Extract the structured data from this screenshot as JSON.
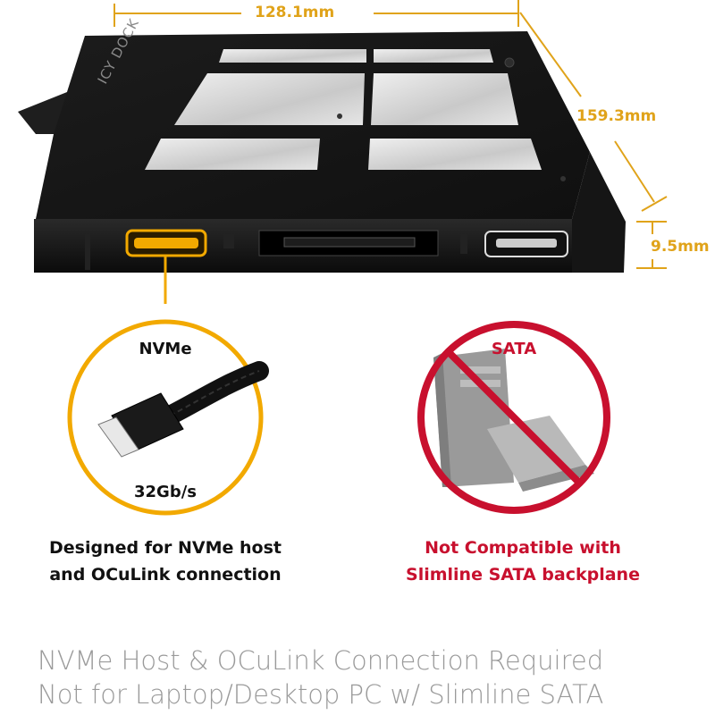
{
  "dimensions": {
    "width": "128.1mm",
    "length": "159.3mm",
    "height": "9.5mm"
  },
  "device": {
    "brand_mark": "ICY DOCK"
  },
  "features": {
    "nvme": {
      "title": "NVMe",
      "speed": "32Gb/s",
      "caption_line1": "Designed for NVMe host",
      "caption_line2": "and OCuLink connection",
      "accent_color": "#f2a900"
    },
    "sata": {
      "title": "SATA",
      "caption_line1": "Not Compatible with",
      "caption_line2": "Slimline SATA backplane",
      "accent_color": "#c8102e"
    }
  },
  "footer": {
    "line1": "NVMe Host & OCuLink Connection Required",
    "line2": "Not for Laptop/Desktop PC w/ Slimline SATA"
  },
  "colors": {
    "dimension": "#e0a31a",
    "tray": "#1a1a1a",
    "window": "#d8d8d8"
  }
}
